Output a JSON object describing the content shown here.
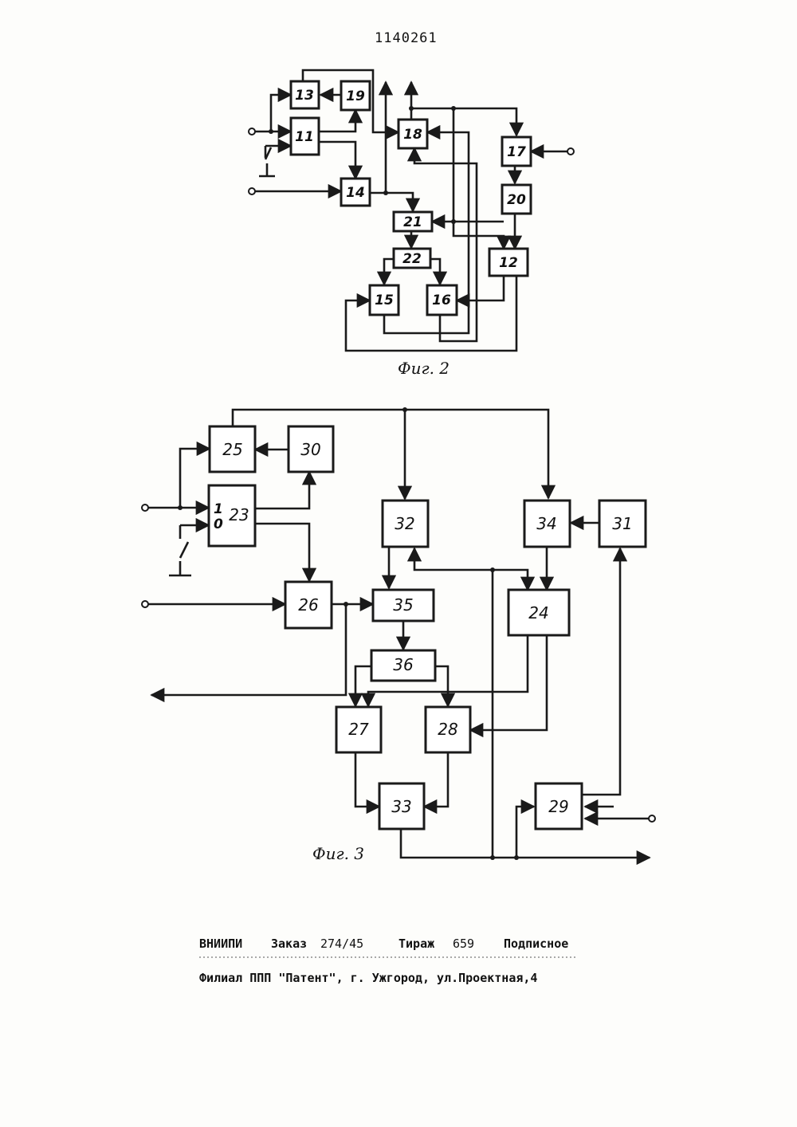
{
  "patent_number": "1140261",
  "figures": {
    "fig2": {
      "caption": "Фиг. 2",
      "blocks": [
        "11",
        "12",
        "13",
        "14",
        "15",
        "16",
        "17",
        "18",
        "19",
        "20",
        "21",
        "22"
      ]
    },
    "fig3": {
      "caption": "Фиг. 3",
      "blocks": [
        "23",
        "24",
        "25",
        "26",
        "27",
        "28",
        "29",
        "30",
        "31",
        "32",
        "33",
        "34",
        "35",
        "36"
      ],
      "block23_inputs": [
        "1",
        "0"
      ]
    }
  },
  "footer": {
    "line1": {
      "org": "ВНИИПИ",
      "order_label": "Заказ",
      "order_value": "274/45",
      "print_label": "Тираж",
      "print_value": "659",
      "subscription": "Подписное"
    },
    "line2": "Филиал ППП \"Патент\", г. Ужгород, ул.Проектная,4"
  }
}
